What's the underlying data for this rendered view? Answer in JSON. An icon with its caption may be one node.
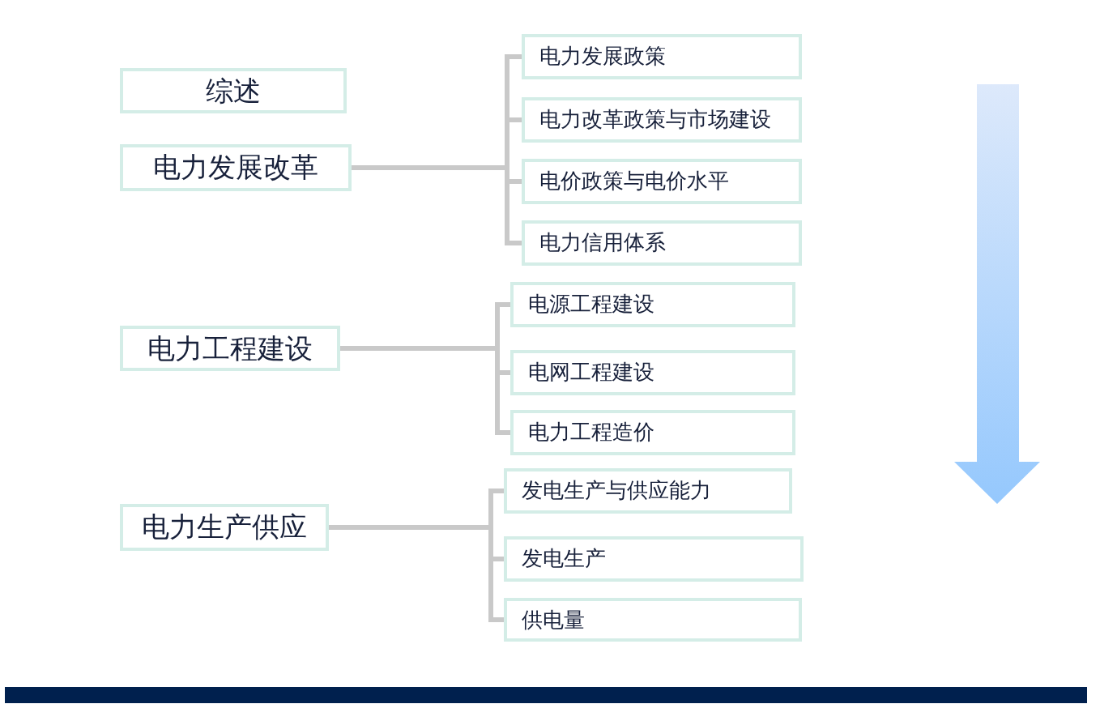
{
  "diagram": {
    "nodes": [
      {
        "text": [
          "综述"
        ]
      },
      {
        "text": [
          "电力发展改革"
        ]
      },
      {
        "text": [
          "电力发展政策"
        ]
      },
      {
        "text": [
          "电力改革政策与市场建设"
        ]
      },
      {
        "text": [
          "电价政策与电价水平"
        ]
      },
      {
        "text": [
          "电力信用体系"
        ]
      },
      {
        "text": [
          "电力工程建设"
        ]
      },
      {
        "text": [
          "电源工程建设"
        ]
      },
      {
        "text": [
          "电网工程建设"
        ]
      },
      {
        "text": [
          "电力工程造价"
        ]
      },
      {
        "text": [
          "电力生产供应"
        ]
      },
      {
        "text": [
          "发电生产与供应能力"
        ]
      },
      {
        "text": [
          "发电生产"
        ]
      },
      {
        "text": [
          "供电量"
        ]
      }
    ],
    "edges": [
      {
        "from": 1,
        "to": 2,
        "arrow": "none"
      },
      {
        "from": 1,
        "to": 3,
        "arrow": "none"
      },
      {
        "from": 1,
        "to": 4,
        "arrow": "none"
      },
      {
        "from": 1,
        "to": 5,
        "arrow": "none"
      },
      {
        "from": 6,
        "to": 7,
        "arrow": "none"
      },
      {
        "from": 6,
        "to": 8,
        "arrow": "none"
      },
      {
        "from": 6,
        "to": 9,
        "arrow": "none"
      },
      {
        "from": 10,
        "to": 11,
        "arrow": "none"
      },
      {
        "from": 10,
        "to": 12,
        "arrow": "none"
      },
      {
        "from": 10,
        "to": 13,
        "arrow": "none"
      }
    ]
  }
}
